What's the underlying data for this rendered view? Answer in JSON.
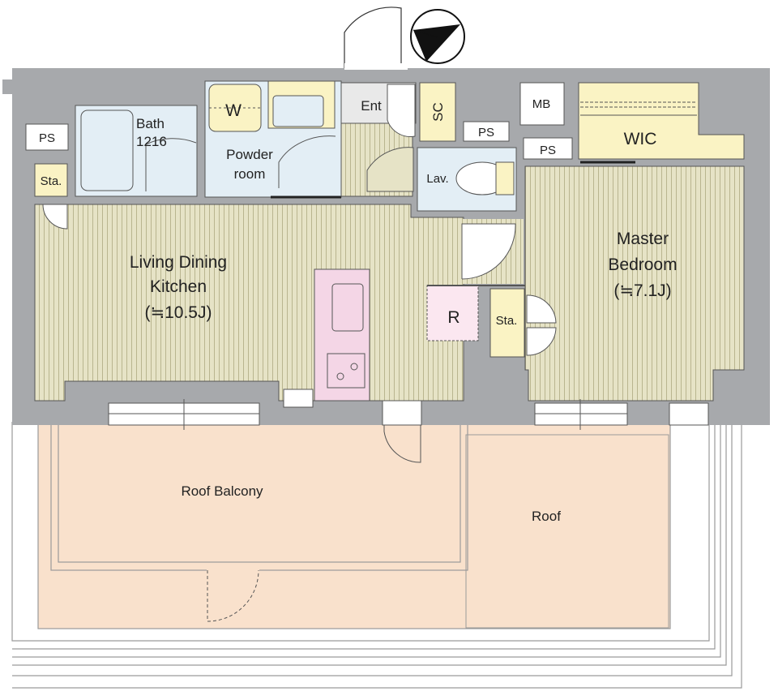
{
  "compass": {
    "icon": "north-arrow-icon"
  },
  "rooms": {
    "bath": {
      "line1": "Bath",
      "line2": "1216"
    },
    "powder_room": {
      "line1": "Powder",
      "line2": "room"
    },
    "washer": "W",
    "entrance": "Ent",
    "shoe_cabinet": "SC",
    "meter_box": "MB",
    "ps_left": "PS",
    "ps_center": "PS",
    "ps_right": "PS",
    "storage_left": "Sta.",
    "storage_bedroom": "Sta.",
    "lavatory": "Lav.",
    "wic": "WIC",
    "ldk": {
      "line1": "Living Dining",
      "line2": "Kitchen",
      "line3": "(≒10.5J)"
    },
    "master_bedroom": {
      "line1": "Master",
      "line2": "Bedroom",
      "line3": "(≒7.1J)"
    },
    "refrigerator": "R",
    "roof_balcony": "Roof Balcony",
    "roof": "Roof"
  },
  "colors": {
    "wall": "#a7a9ac",
    "floor_wood": "#e6e3c6",
    "floor_stripe": "#b9b58f",
    "wet_area": "#e3eef5",
    "yellow_storage": "#faf3c4",
    "balcony": "#f9e1cc",
    "kitchen": "#f4d6e6",
    "refrigerator_area": "#fbe7f0"
  }
}
